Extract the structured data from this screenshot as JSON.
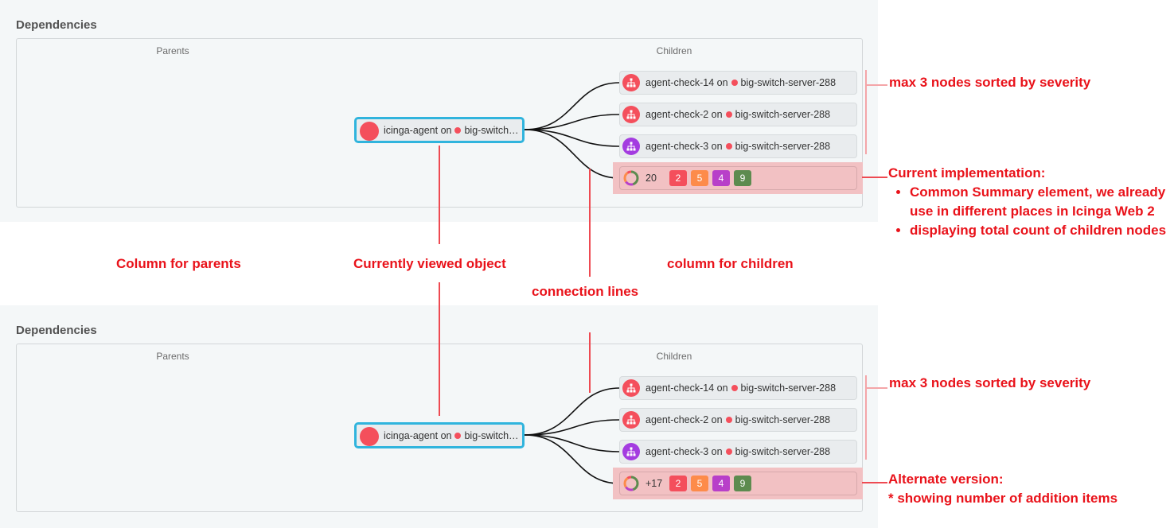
{
  "panels": [
    {
      "title": "Dependencies",
      "parents_header": "Parents",
      "children_header": "Children",
      "current_node": {
        "label": "icinga-agent on",
        "host": "big-switch…"
      },
      "children": [
        {
          "check": "agent-check-14 on",
          "host": "big-switch-server-288",
          "color": "#f44f5c"
        },
        {
          "check": "agent-check-2 on",
          "host": "big-switch-server-288",
          "color": "#f44f5c"
        },
        {
          "check": "agent-check-3 on",
          "host": "big-switch-server-288",
          "color": "#a43ce0"
        }
      ],
      "summary": {
        "count": "20",
        "badges": [
          "2",
          "5",
          "4",
          "9"
        ]
      }
    },
    {
      "title": "Dependencies",
      "parents_header": "Parents",
      "children_header": "Children",
      "current_node": {
        "label": "icinga-agent on",
        "host": "big-switch…"
      },
      "children": [
        {
          "check": "agent-check-14 on",
          "host": "big-switch-server-288",
          "color": "#f44f5c"
        },
        {
          "check": "agent-check-2 on",
          "host": "big-switch-server-288",
          "color": "#f44f5c"
        },
        {
          "check": "agent-check-3 on",
          "host": "big-switch-server-288",
          "color": "#a43ce0"
        }
      ],
      "summary": {
        "count": "+17",
        "badges": [
          "2",
          "5",
          "4",
          "9"
        ]
      }
    }
  ],
  "badge_colors": [
    "#f44f5c",
    "#fd8b4a",
    "#b83fc9",
    "#5d8b4f"
  ],
  "annotations": {
    "max_nodes_1": "max 3 nodes sorted by severity",
    "current_impl_title": "Current implementation:",
    "current_impl_items": [
      "Common Summary element, we already use in different places in Icinga Web 2",
      "displaying total count of children nodes"
    ],
    "col_parents": "Column for parents",
    "current_object": "Currently viewed object",
    "col_children": "column for children",
    "connection_lines": "connection lines",
    "max_nodes_2": "max 3 nodes sorted by severity",
    "alt_title": "Alternate version:",
    "alt_desc": "* showing number of addition items"
  }
}
